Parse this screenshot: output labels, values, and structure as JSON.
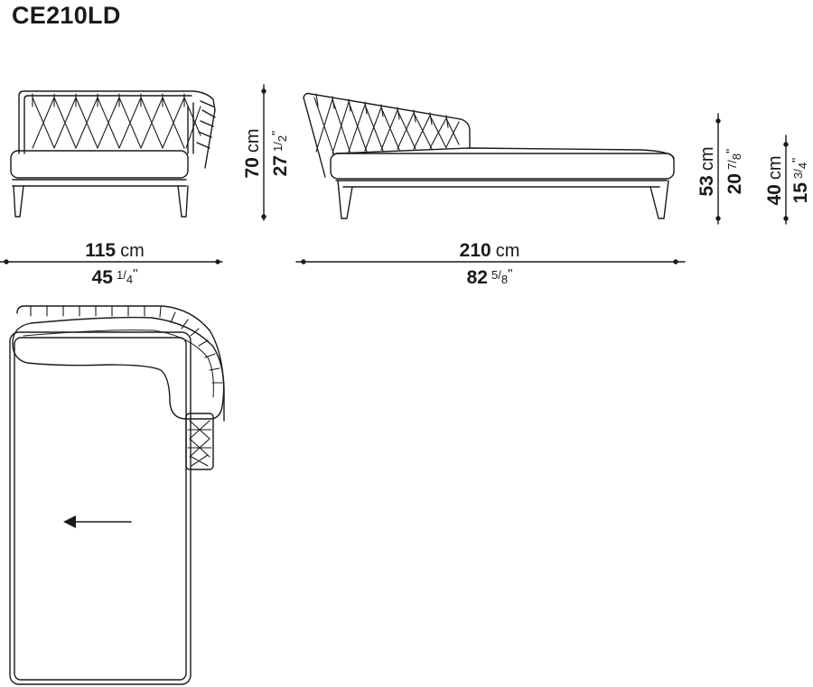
{
  "product": {
    "code": "CE210LD"
  },
  "dimensions": {
    "front_width": {
      "cm_value": "115",
      "cm_unit": "cm",
      "in_whole": "45",
      "in_frac_num": "1",
      "in_frac_den": "4",
      "in_unit": "\""
    },
    "side_length": {
      "cm_value": "210",
      "cm_unit": "cm",
      "in_whole": "82",
      "in_frac_num": "5",
      "in_frac_den": "8",
      "in_unit": "\""
    },
    "total_height": {
      "cm_value": "70",
      "cm_unit": "cm",
      "in_whole": "27",
      "in_frac_num": "1",
      "in_frac_den": "2",
      "in_unit": "\""
    },
    "armrest_height": {
      "cm_value": "53",
      "cm_unit": "cm",
      "in_whole": "20",
      "in_frac_num": "7",
      "in_frac_den": "8",
      "in_unit": "\""
    },
    "seat_height": {
      "cm_value": "40",
      "cm_unit": "cm",
      "in_whole": "15",
      "in_frac_num": "3",
      "in_frac_den": "4",
      "in_unit": "\""
    }
  },
  "colors": {
    "line": "#1a1a1a",
    "fill": "#ffffff"
  },
  "icons": {
    "direction": "arrow-left-icon"
  }
}
